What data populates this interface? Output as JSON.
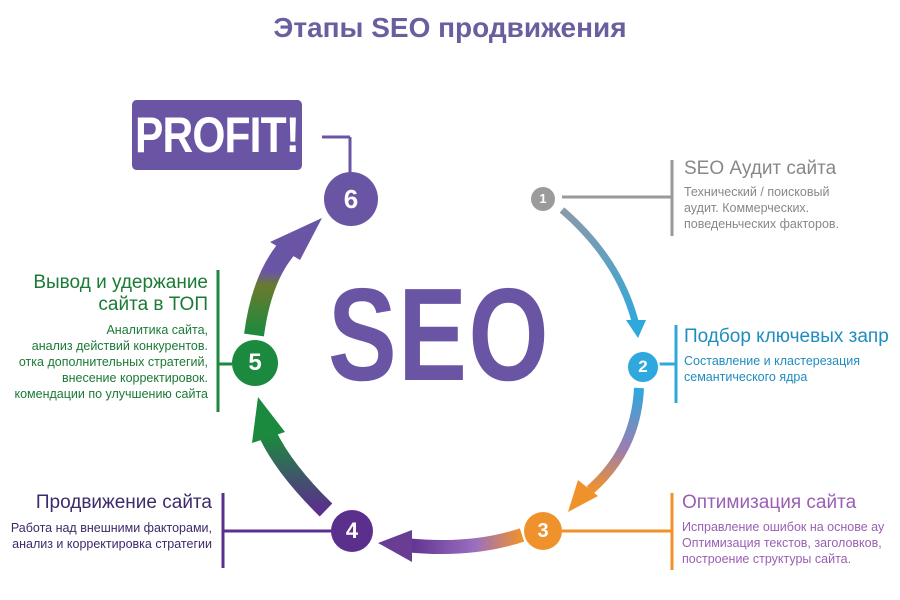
{
  "title": "Этапы SEO продвижения",
  "center_label": "SEO",
  "profit_label": "PROFIT!",
  "colors": {
    "title": "#6a5f9e",
    "purple": "#6a55a5",
    "gray": "#999999",
    "blue": "#2ea8dd",
    "orange": "#f0922c",
    "dark_purple": "#5b2f8c",
    "green": "#1b8a3e"
  },
  "steps": [
    {
      "number": "1",
      "title": "SEO Аудит сайта",
      "lines": [
        "Технический / поисковый",
        "аудит. Коммерческих.",
        "поведеньческих факторов."
      ]
    },
    {
      "number": "2",
      "title": "Подбор ключевых запр",
      "lines": [
        "Составление и кластерезация",
        "семантического ядра"
      ]
    },
    {
      "number": "3",
      "title": "Оптимизация сайта",
      "lines": [
        "Исправление ошибок на основе ау",
        "Оптимизация текстов, заголовков,",
        "построение структуры сайта."
      ]
    },
    {
      "number": "4",
      "title": "Продвижение сайта",
      "lines": [
        "Работа над внешними факторами,",
        "анализ и корректировка стратегии"
      ]
    },
    {
      "number": "5",
      "title_lines": [
        "Вывод и удержание",
        "сайта в ТОП"
      ],
      "lines": [
        "Аналитика сайта,",
        "анализ действий конкурентов.",
        "отка дополнительных стратегий,",
        "внесение корректировок.",
        "комендации по улучшению сайта"
      ]
    },
    {
      "number": "6"
    }
  ]
}
